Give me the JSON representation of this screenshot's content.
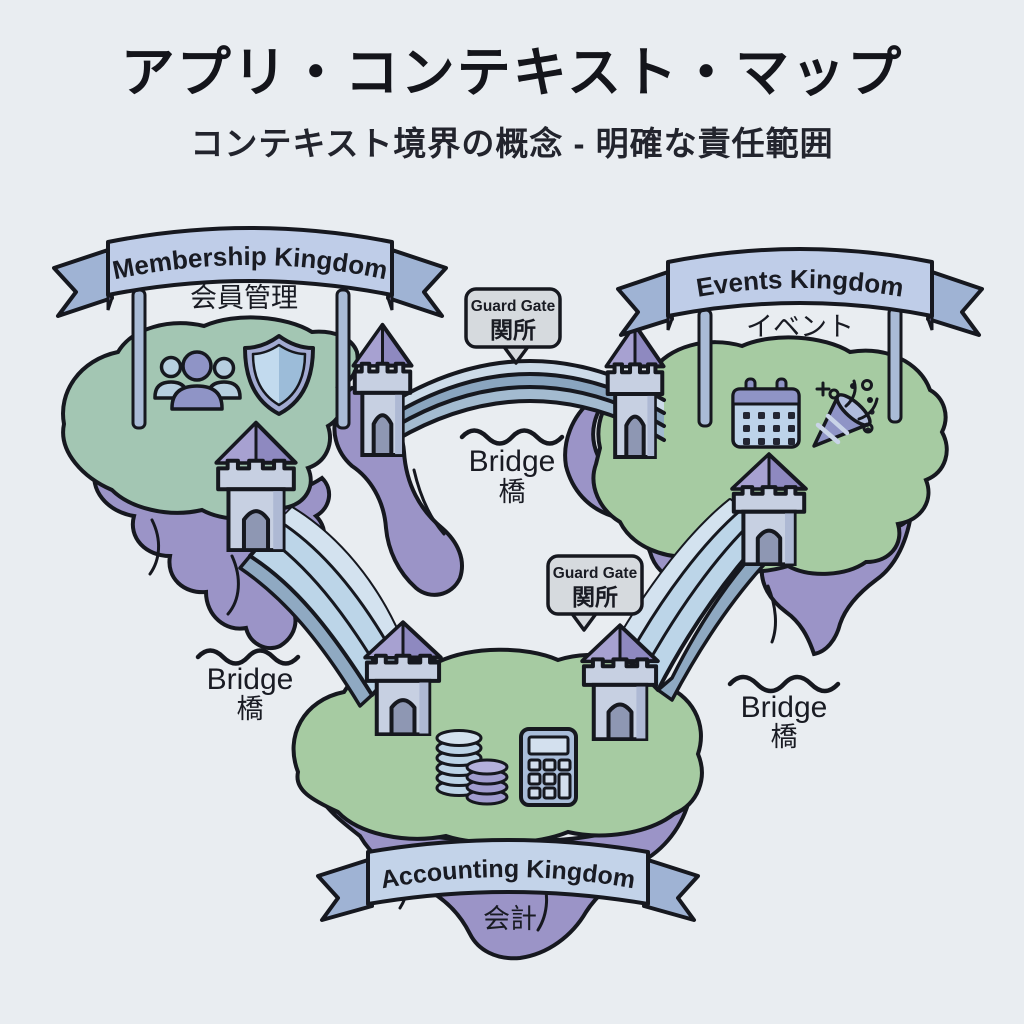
{
  "header": {
    "title": "アプリ・コンテキスト・マップ",
    "subtitle": "コンテキスト境界の概念 - 明確な責任範囲"
  },
  "kingdoms": {
    "membership": {
      "label": "Membership Kingdom",
      "label_ja": "会員管理"
    },
    "events": {
      "label": "Events Kingdom",
      "label_ja": "イベント"
    },
    "accounting": {
      "label": "Accounting Kingdom",
      "label_ja": "会計"
    }
  },
  "guard_gate": {
    "label": "Guard Gate",
    "label_ja": "関所"
  },
  "bridge": {
    "label": "Bridge",
    "label_ja": "橋"
  },
  "icons": {
    "membership": [
      "people-group-icon",
      "shield-icon"
    ],
    "events": [
      "calendar-icon",
      "party-popper-icon"
    ],
    "accounting": [
      "coin-stacks-icon",
      "calculator-icon"
    ]
  },
  "colors": {
    "background": "#e9edf1",
    "outline": "#16181f",
    "island_green": "#a6cba2",
    "island_green_teal": "#a3c6b3",
    "rock_purple": "#9b94c7",
    "banner_blue": "#bfcde8",
    "banner_tail": "#9fb3d4",
    "tower_body": "#c7d0e2",
    "tower_roof": "#8e89c0",
    "bridge_deck": "#bcd5e8",
    "bridge_edge": "#8fa9c2",
    "bubble_gray": "#d6dade",
    "icon_purple": "#8f94c6",
    "icon_blue": "#bdd3ea"
  }
}
